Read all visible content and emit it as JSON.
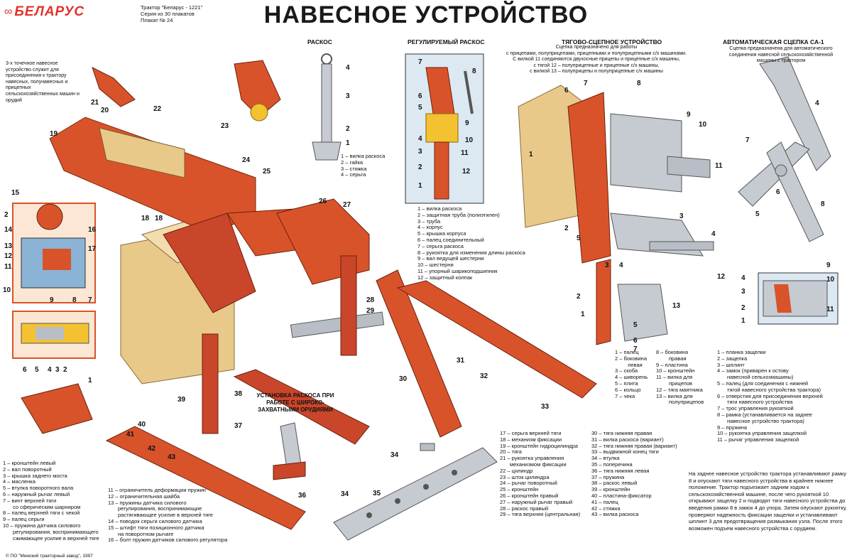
{
  "header": {
    "brand": "БЕЛАРУС",
    "tractor_line": "Трактор \"Беларус - 1221\"",
    "series_line": "Серия из 30 плакатов",
    "poster_line": "Плакат № 24",
    "title": "НАВЕСНОЕ УСТРОЙСТВО",
    "copyright": "© ПО \"Минский тракторный завод\", 1997"
  },
  "colors": {
    "accent": "#d9532a",
    "brand": "#e0312a",
    "metal": "#b9bec6",
    "casing": "#e8c98a"
  },
  "intro": "3-х точечное навесное устройство служит для присоединения к трактору навесных, полунавесных и прицепных сельскохозяйственных машин и орудий",
  "sections": {
    "raskos": {
      "title": "РАСКОС",
      "items": [
        "1 – вилка раскоса",
        "2 – гайка",
        "3 – стяжка",
        "4 – серьга"
      ]
    },
    "reg_raskos": {
      "title": "РЕГУЛИРУЕМЫЙ РАСКОС",
      "items": [
        "1 – вилка раскоса",
        "2 – защитная труба (полиэтилен)",
        "3 – труба",
        "4 – корпус",
        "5 – крышка корпуса",
        "6 – палец соединительный",
        "7 – серьга раскоса",
        "8 – рукоятка для изменения длины раскоса",
        "9 – вал ведущей шестерни",
        "10 – шестерни",
        "11 – упорный шарикоподшипник",
        "12 – защитный колпак"
      ]
    },
    "tsu": {
      "title": "ТЯГОВО-СЦЕПНОЕ УСТРОЙСТВО",
      "desc": [
        "Сцепка предназначено для работы",
        "с прицепами, полуприцепами, прицепными и полуприцепными с/х машинами.",
        "С вилкой 11 соединяются двухосные прицепы и прицепные с/х машины,",
        "с тягой 12 – полуприцепные и прицепные с/х машины,",
        "с вилкой 13 – полуприцепы и полуприцепные с/х машины"
      ],
      "items_left": [
        "1 – палец",
        "2 – боковина",
        "левая",
        "3 – скоба",
        "4 – шкворень",
        "5 – плита",
        "6 – кольцо",
        "7 – чека"
      ],
      "items_right": [
        "8 – боковина",
        "правая",
        "9 – пластина",
        "10 – кронштейн",
        "11 – вилка для",
        "прицепов",
        "12 – тяга маятника",
        "13 – вилка для",
        "полуприцепов"
      ]
    },
    "sa1": {
      "title": "АВТОМАТИЧЕСКАЯ СЦЕПКА СА-1",
      "desc": [
        "Сцепка предназначена для автоматического",
        "соединения навесной сельскохозяйственной",
        "машины с трактором"
      ],
      "items": [
        "1 – планка защелки",
        "2 – защелка",
        "3 – шплинт",
        "4 – замок (приварен к остову",
        "навесной сельхозмашины)",
        "5 – палец (для соединения с нижней",
        "тягой навесного устройства трактора)",
        "6 – отверстия для присоединения верхней",
        "тяги навесного устройства",
        "7 – трос управления рукояткой",
        "8 – рамка (устанавливается на заднее",
        "навесное устройство трактора)",
        "9 – пружина",
        "10 – рукоятка управления защелкой",
        "11 – рычаг управления защелкой"
      ],
      "note": "На заднее навесное устройство трактора устанавливают рамку 8 и опускают тяги навесного устройства в крайнее нижнее положение. Трактор подъезжает задним ходом к сельскохозяйственной машине, после чего рукояткой 10 открывают защелку 2 и подводят тяги навесного устройства до введения рамки 8 в замок 4 до упора. Затем опускают рукоятку, проверяют надежность фиксации защелки и устанавливают шплинт 3 для предотвращения размыкания узла. После этого возможен подъем навесного устройства с орудием."
    },
    "install": {
      "title": "УСТАНОВКА РАСКОСА ПРИ РАБОТЕ С ШИРОКО- ЗАХВАТНЫМИ ОРУДИЯМИ"
    }
  },
  "legend": {
    "col1": [
      "1 – кронштейн левый",
      "2 – вал поворотный",
      "3 – крышка заднего моста",
      "4 – масленка",
      "5 – втулка поворотного вала",
      "6 – наружный рычаг левый",
      "7 – винт верхней тяги",
      "со сферическим шарниром",
      "8 – палец верхней тяги с чекой",
      "9 – палец серьги",
      "10 – пружина датчика силового",
      "регулирования, воспринимающего",
      "сжимающее усилие в верхней тяге"
    ],
    "col2": [
      "11 – ограничитель деформации пружин",
      "12 – ограничительная шайба",
      "13 – пружины датчика силового",
      "регулирования, воспринимающие",
      "растягивающее усилие в верхней тяге",
      "14 – поводок серьги силового датчика",
      "15 – штифт тяги позиционного датчика",
      "на поворотном рычаге",
      "16 – болт пружин датчиков силового регулятора"
    ],
    "col3": [
      "17 – серьга верхней тяги",
      "18 – механизм фиксации",
      "19 – кронштейн гидроцилиндра",
      "20 – тяга",
      "21 – рукоятка управления",
      "механизмом фиксации",
      "22 – цилиндр",
      "23 – шток цилиндра",
      "24 – рычаг поворотный",
      "25 – кронштейн",
      "26 – кронштейн правый",
      "27 – наружный рычаг правый",
      "28 – раскос правый",
      "29 – тяга верхняя (центральная)"
    ],
    "col4": [
      "30 – тяга нижняя правая",
      "31 – вилка раскоса (вариант)",
      "32 – тяга нижняя правая (вариант)",
      "33 – выдвижной конец тяги",
      "34 – втулка",
      "35 – поперечина",
      "36 – тяга нижняя левая",
      "37 – пружина",
      "38 – раскос левый",
      "39 – кронштейн",
      "40 – пластина-фиксатор",
      "41 – палец",
      "42 – стяжка",
      "43 – вилка раскоса"
    ]
  },
  "callouts": {
    "main": [
      "21",
      "20",
      "19",
      "22",
      "23",
      "24",
      "25",
      "26",
      "27",
      "18",
      "18",
      "15",
      "2",
      "14",
      "16",
      "13",
      "12",
      "17",
      "11",
      "10",
      "9",
      "8",
      "7",
      "6",
      "5",
      "4",
      "3",
      "2",
      "28",
      "29",
      "31",
      "32",
      "30",
      "33",
      "38",
      "39",
      "40",
      "41",
      "42",
      "43",
      "37",
      "36",
      "34",
      "35",
      "34",
      "1"
    ],
    "raskos": [
      "4",
      "3",
      "2",
      "1"
    ],
    "reg": [
      "7",
      "8",
      "6",
      "5",
      "4",
      "3",
      "2",
      "1",
      "9",
      "10",
      "11",
      "12"
    ],
    "tsu": [
      "6",
      "7",
      "8",
      "9",
      "10",
      "11",
      "1",
      "2",
      "5",
      "3",
      "4",
      "12",
      "3",
      "4",
      "13",
      "2",
      "1",
      "5",
      "6",
      "7"
    ],
    "sa": [
      "4",
      "7",
      "6",
      "5",
      "8",
      "9",
      "10",
      "11",
      "4",
      "3",
      "2",
      "1"
    ]
  }
}
